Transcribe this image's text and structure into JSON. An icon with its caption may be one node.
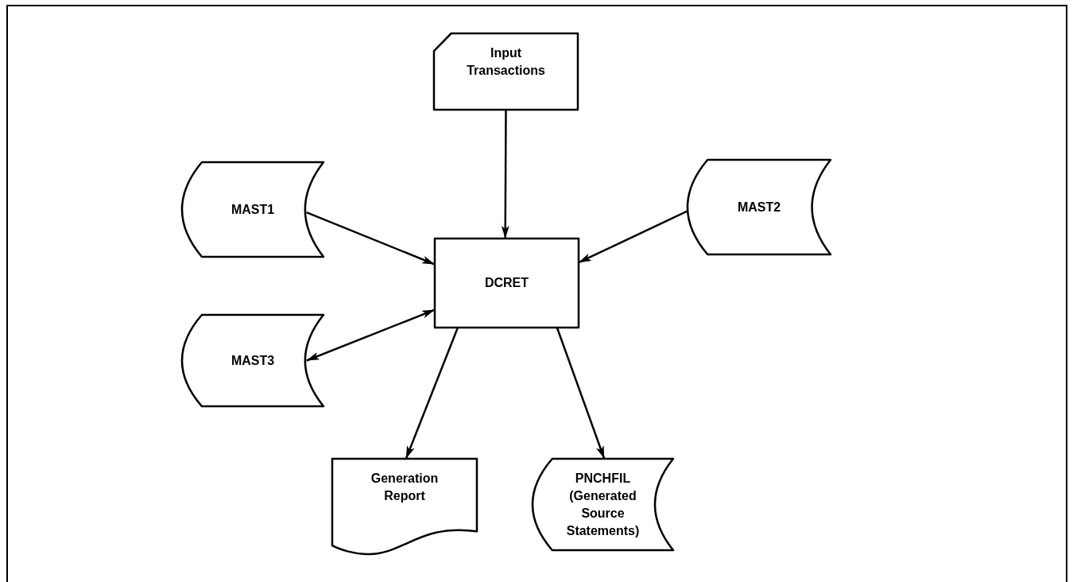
{
  "diagram": {
    "nodes": [
      {
        "text": [
          "Input Transactions"
        ]
      },
      {
        "text": [
          "MAST1"
        ]
      },
      {
        "text": [
          "DCRET"
        ]
      },
      {
        "text": [
          "MAST2"
        ]
      },
      {
        "text": [
          "MAST3"
        ]
      },
      {
        "text": [
          "Generation Report"
        ]
      },
      {
        "text": [
          "PNCHFIL",
          "(Generated Source Statements)"
        ]
      }
    ],
    "edges": [
      {
        "from": 0,
        "to": 2,
        "arrow": "to"
      },
      {
        "from": 1,
        "to": 2,
        "arrow": "to"
      },
      {
        "from": 3,
        "to": 2,
        "arrow": "to"
      },
      {
        "from": 4,
        "to": 2,
        "arrow": "both"
      },
      {
        "from": 2,
        "to": 5,
        "arrow": "to"
      },
      {
        "from": 2,
        "to": 6,
        "arrow": "to"
      }
    ]
  }
}
